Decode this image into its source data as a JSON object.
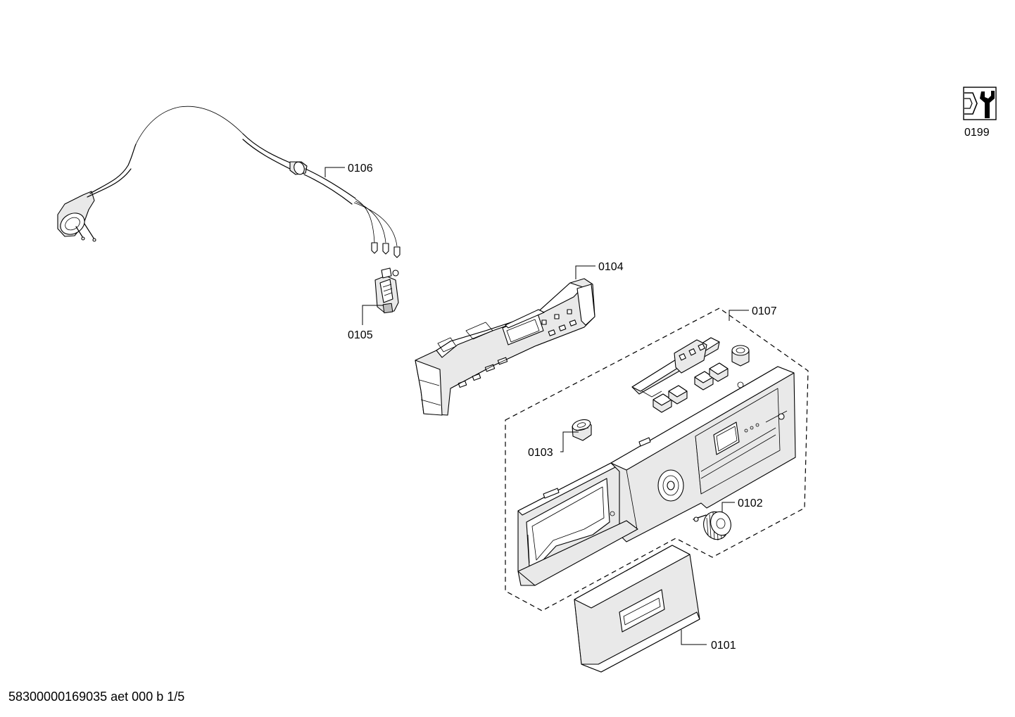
{
  "diagram": {
    "parts": [
      {
        "id": "p0101",
        "label": "0101"
      },
      {
        "id": "p0102",
        "label": "0102"
      },
      {
        "id": "p0103",
        "label": "0103"
      },
      {
        "id": "p0104",
        "label": "0104"
      },
      {
        "id": "p0105",
        "label": "0105"
      },
      {
        "id": "p0106",
        "label": "0106"
      },
      {
        "id": "p0107",
        "label": "0107"
      },
      {
        "id": "p0199",
        "label": "0199"
      }
    ]
  },
  "footer": {
    "doc_code": "58300000169035 aet 000 b 1/5"
  },
  "icons": {
    "service": "wrench-nut-icon"
  }
}
